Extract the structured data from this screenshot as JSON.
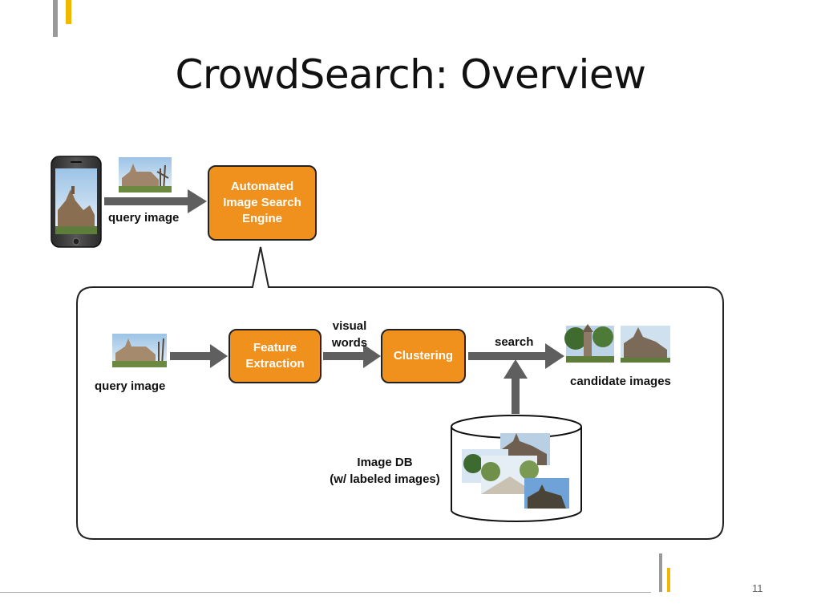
{
  "slide": {
    "title": "CrowdSearch: Overview",
    "page_number": "11"
  },
  "diagram": {
    "top_box": "Automated Image Search Engine",
    "top_label": "query image",
    "pipeline": {
      "query_label": "query image",
      "feature_box": "Feature Extraction",
      "visual_words_label": "visual words",
      "clustering_box": "Clustering",
      "search_label": "search",
      "candidate_label": "candidate images",
      "db_label_line1": "Image DB",
      "db_label_line2": "(w/ labeled images)"
    }
  },
  "colors": {
    "accent_orange": "#f0911e",
    "accent_yellow": "#f2b800",
    "accent_gray": "#9a9a9a",
    "arrow_gray": "#5f5f5f"
  }
}
